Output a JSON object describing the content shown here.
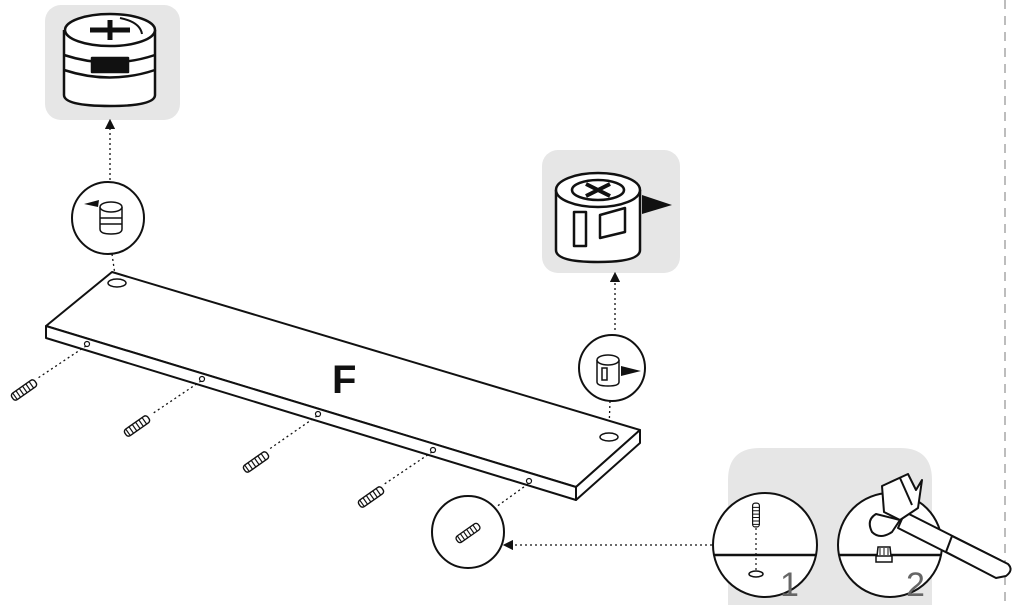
{
  "panel": {
    "letter": "F"
  },
  "steps": [
    {
      "number": "1"
    },
    {
      "number": "2"
    }
  ],
  "colors": {
    "callout_bg": "#e6e6e6",
    "line": "#111111",
    "step_number": "#666666",
    "separator": "#bdbdbd"
  },
  "icons": [
    "cam-lock-icon",
    "cam-lock-open-icon",
    "dowel-icon",
    "hammer-icon",
    "arrow-icon"
  ]
}
